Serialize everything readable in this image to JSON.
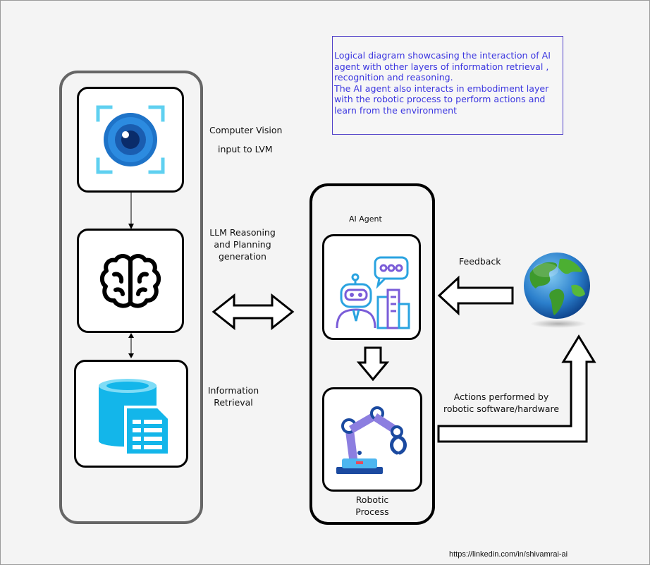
{
  "description": {
    "lines": [
      "Logical diagram showcasing the interaction of AI",
      "agent with other layers of information retrieval ,",
      "recognition and reasoning.",
      "The AI agent also interacts in embodiment layer",
      "with the robotic process to perform actions and",
      "learn from the environment"
    ]
  },
  "left_stack": {
    "computer_vision": {
      "label_line1": "Computer Vision",
      "label_line2": "input to LVM",
      "icon": "eye-icon"
    },
    "llm": {
      "label_line1": "LLM Reasoning",
      "label_line2": "and Planning",
      "label_line3": "generation",
      "icon": "brain-icon"
    },
    "retrieval": {
      "label_line1": "Information",
      "label_line2": "Retrieval",
      "icon": "database-icon"
    }
  },
  "agent_stack": {
    "title": "AI Agent",
    "agent_icon": "robot-agent-icon",
    "robot_icon": "robotic-arm-icon",
    "robotic_label_line1": "Robotic",
    "robotic_label_line2": "Process"
  },
  "environment": {
    "icon": "globe-icon",
    "feedback_label": "Feedback",
    "actions_label_line1": "Actions performed by",
    "actions_label_line2": "robotic software/hardware"
  },
  "footer": {
    "credit": "https://linkedin.com/in/shivamrai-ai"
  },
  "colors": {
    "note_text": "#3a35e0",
    "note_border": "#5040c8",
    "eye_blue": "#1e73c8",
    "db_cyan": "#13b6ea",
    "robot_purple": "#7a5cd8"
  }
}
